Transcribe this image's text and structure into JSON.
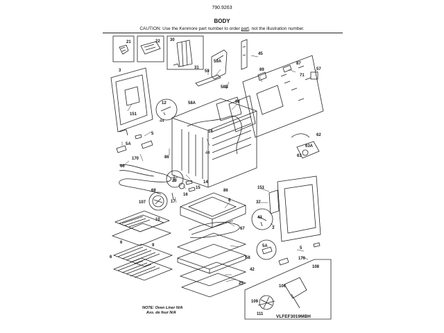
{
  "header": {
    "model": "790.9263",
    "title": "BODY",
    "caution_pre": "CAUTION: Use the Kenmore part number to order ",
    "caution_part": "part",
    "caution_post": ", not the illustration number."
  },
  "callouts": [
    "21",
    "22",
    "30",
    "31",
    "45",
    "59A",
    "59",
    "3",
    "89",
    "87",
    "57",
    "71",
    "58B",
    "88",
    "12",
    "44",
    "58A",
    "151",
    "5",
    "18",
    "5A",
    "170",
    "86",
    "44",
    "66",
    "14",
    "29",
    "15",
    "16",
    "68",
    "17",
    "86",
    "62",
    "63",
    "63A",
    "107",
    "10",
    "8",
    "67",
    "9",
    "6",
    "6",
    "58",
    "42",
    "25",
    "151",
    "37",
    "43",
    "3",
    "5A",
    "5",
    "170",
    "108",
    "106",
    "109",
    "111"
  ],
  "note_line1": "NOTE: Oven Liner N/A",
  "note_line2": "Ass. de four N/A",
  "diagram_code": "VLFEF3019MBH"
}
